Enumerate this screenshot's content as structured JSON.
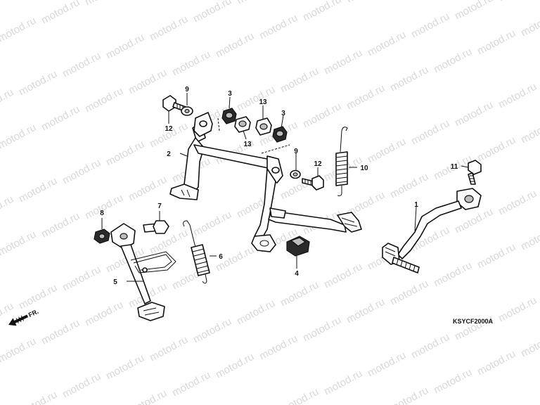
{
  "watermark": {
    "text": "motod.ru"
  },
  "diagram_code": "KSYCF2000A",
  "direction": {
    "label": "FR."
  },
  "callouts": {
    "p1": "1",
    "p2": "2",
    "p3a": "3",
    "p3b": "3",
    "p4": "4",
    "p5": "5",
    "p6": "6",
    "p7": "7",
    "p8": "8",
    "p9a": "9",
    "p9b": "9",
    "p10": "10",
    "p11": "11",
    "p12a": "12",
    "p12b": "12",
    "p13a": "13",
    "p13b": "13"
  }
}
